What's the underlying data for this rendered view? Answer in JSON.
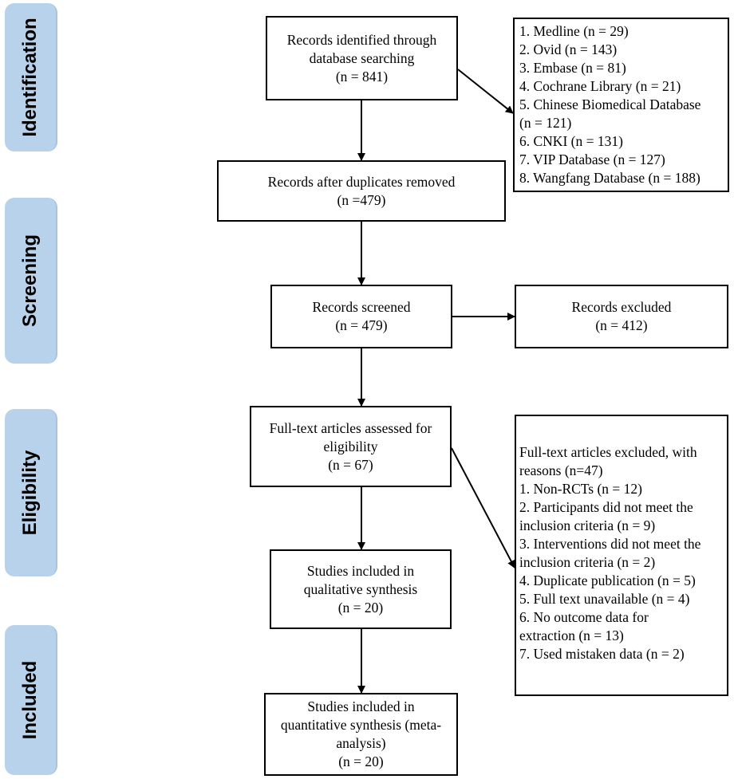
{
  "phases": {
    "identification": "Identification",
    "screening": "Screening",
    "eligibility": "Eligibility",
    "included": "Included"
  },
  "boxes": {
    "identified": [
      "Records identified through",
      "database searching",
      "(n = 841)"
    ],
    "databases": [
      "1. Medline (n = 29)",
      "2. Ovid (n = 143)",
      "3. Embase (n = 81)",
      "4. Cochrane Library (n = 21)",
      "5. Chinese Biomedical Database",
      "(n = 121)",
      "6. CNKI (n = 131)",
      "7. VIP Database (n = 127)",
      "8. Wangfang Database (n = 188)"
    ],
    "duplicates_removed": [
      "Records after duplicates removed",
      "(n =479)"
    ],
    "screened": [
      "Records screened",
      "(n = 479)"
    ],
    "excluded": [
      "Records excluded",
      "(n = 412)"
    ],
    "fulltext_assessed": [
      "Full-text articles assessed for",
      "eligibility",
      "(n = 67)"
    ],
    "fulltext_excluded": [
      "Full-text articles excluded, with",
      "reasons (n=47)",
      " 1. Non-RCTs (n = 12)",
      " 2. Participants did not meet the",
      "inclusion criteria (n = 9)",
      " 3. Interventions did not meet the",
      "inclusion criteria (n = 2)",
      " 4. Duplicate publication (n = 5)",
      " 5. Full text unavailable (n = 4)",
      " 6. No outcome data for",
      "extraction (n = 13)",
      " 7. Used mistaken data (n = 2)"
    ],
    "qualitative": [
      "Studies included in",
      "qualitative synthesis",
      "(n = 20)"
    ],
    "quantitative": [
      "Studies included in",
      "quantitative synthesis (meta-",
      "analysis)",
      "(n = 20)"
    ]
  }
}
